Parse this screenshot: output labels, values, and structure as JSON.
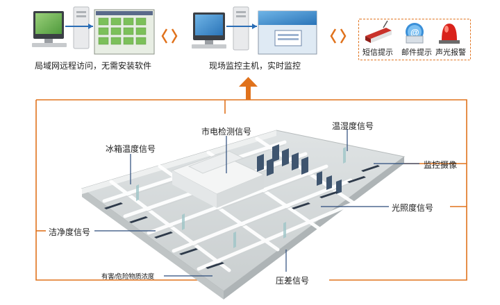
{
  "top": {
    "remote_caption": "局域网远程访问，无需安装软件",
    "host_caption": "现场监控主机，实时监控",
    "alerts": [
      "短信提示",
      "邮件提示",
      "声光报警"
    ]
  },
  "signals": {
    "city_power": "市电检测信号",
    "temp_humidity": "温湿度信号",
    "fridge_temp": "冰箱温度信号",
    "camera": "监控摄像",
    "light": "光照度信号",
    "cleanliness": "洁净度信号",
    "toxic_gas": "有害/危险物质浓度",
    "pressure_diff": "压差信号"
  },
  "colors": {
    "accent": "#e0721c",
    "line": "#2a4a7a"
  }
}
